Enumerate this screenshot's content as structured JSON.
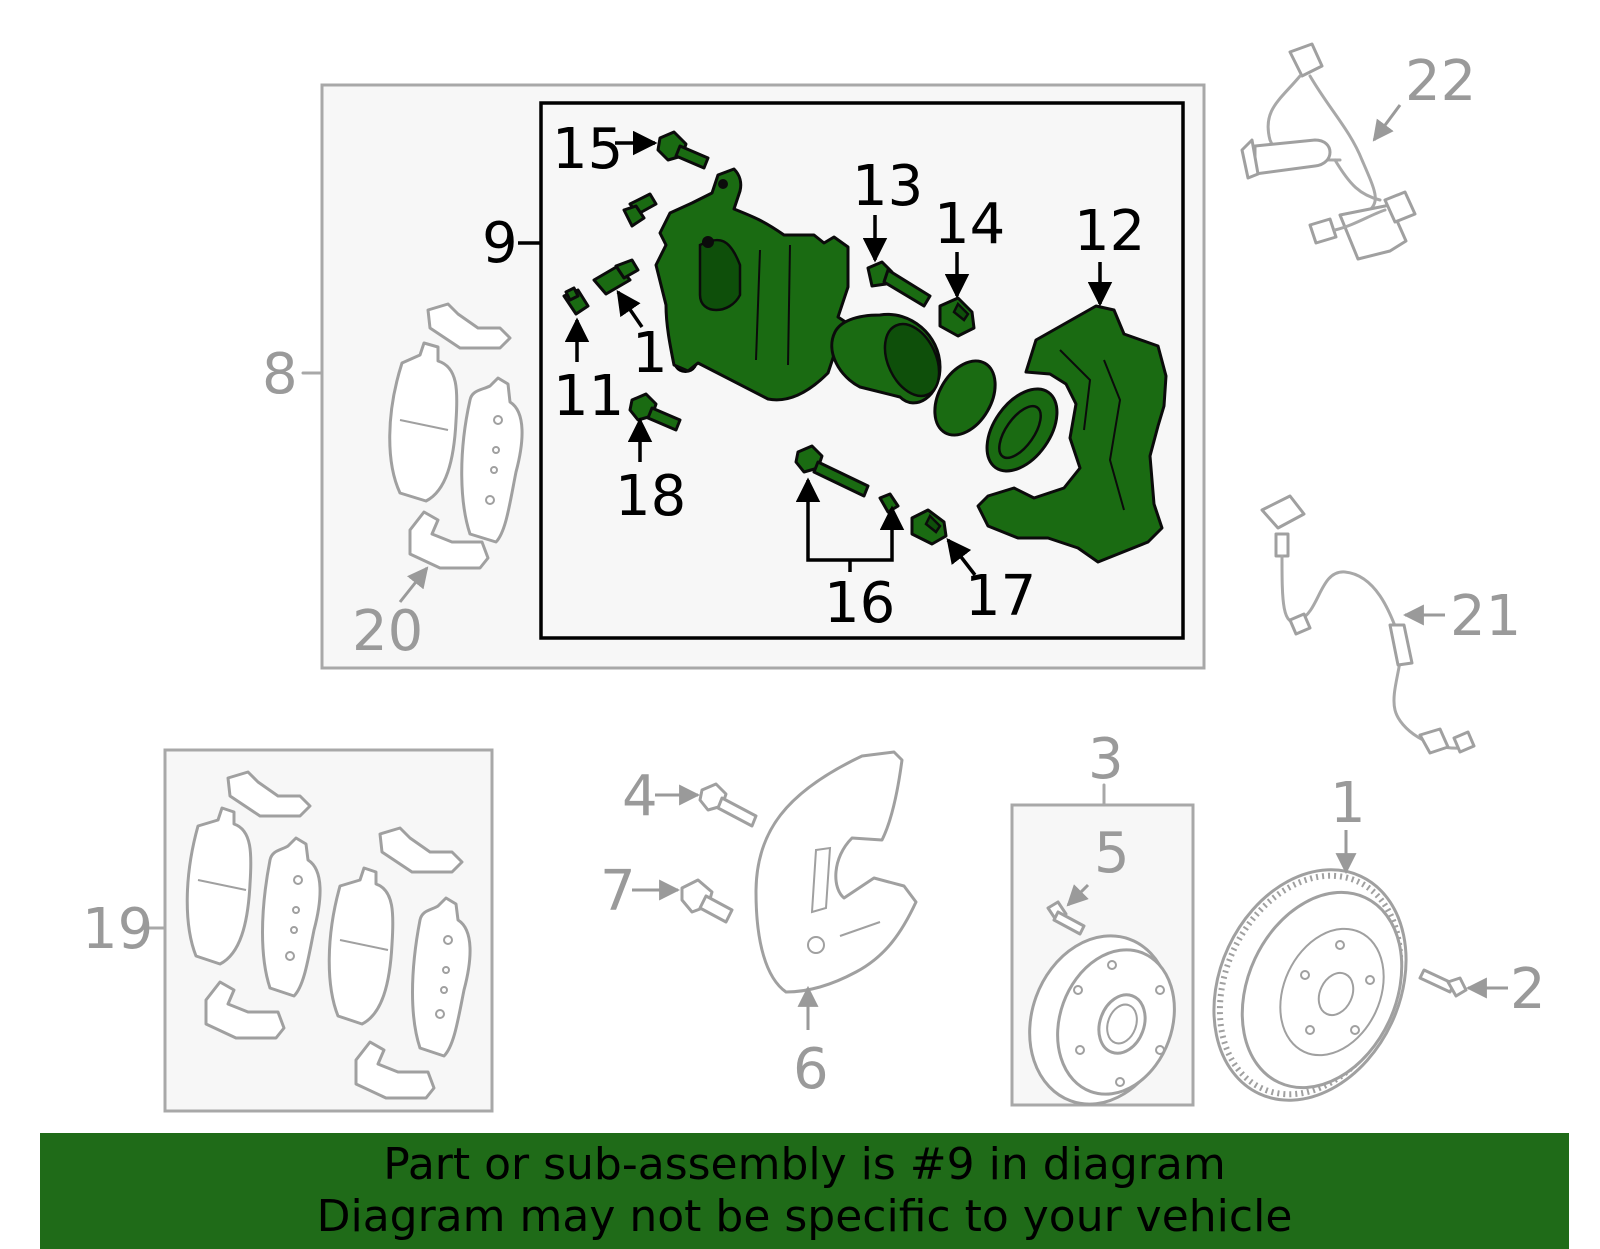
{
  "callouts": {
    "c1": "1",
    "c2": "2",
    "c3": "3",
    "c4": "4",
    "c5": "5",
    "c6": "6",
    "c7": "7",
    "c8": "8",
    "c9": "9",
    "c10": "10",
    "c11": "11",
    "c12": "12",
    "c13": "13",
    "c14": "14",
    "c15": "15",
    "c16": "16",
    "c17": "17",
    "c18": "18",
    "c19": "19",
    "c20": "20",
    "c21": "21",
    "c22": "22"
  },
  "banner": {
    "line1": "Part or sub-assembly is #9 in diagram",
    "line2": "Diagram may not be specific to your vehicle"
  },
  "colors": {
    "highlight": "#1a6b12",
    "banner_bg": "#1f6b18",
    "outline_grey": "#a0a0a0",
    "label_grey": "#9a9a9a"
  }
}
